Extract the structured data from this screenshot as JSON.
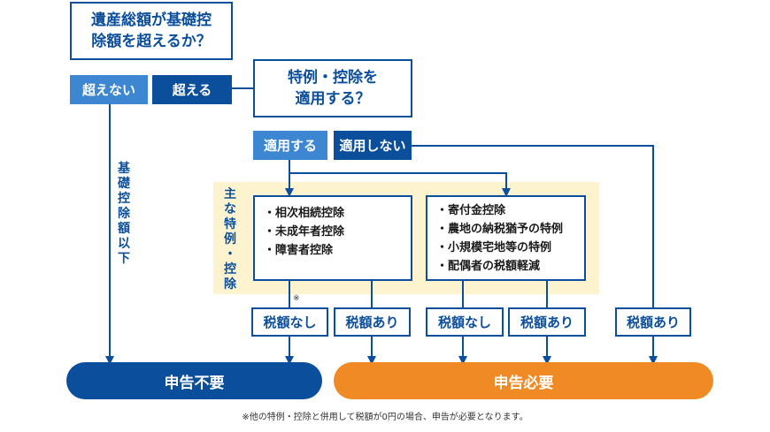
{
  "q1": {
    "text": "遺産総額が基礎控\n除額を超えるか？"
  },
  "q1_answers": {
    "no": "超えない",
    "yes": "超える"
  },
  "q2": {
    "text": "特例・控除を\n適用する？"
  },
  "q2_answers": {
    "yes": "適用する",
    "no": "適用しない"
  },
  "below_label": "基礎控除額以下",
  "side_label": "主な特例・控除",
  "list_left": [
    "相次相続控除",
    "未成年者控除",
    "障害者控除"
  ],
  "list_right": [
    "寄付金控除",
    "農地の納税猶予の特例",
    "小規模宅地等の特例",
    "配偶者の税額軽減"
  ],
  "asterisk": "※",
  "tax": {
    "none_1": "税額なし",
    "some_1": "税額あり",
    "none_2": "税額なし",
    "some_2": "税額あり",
    "some_3": "税額あり"
  },
  "result": {
    "not_required": "申告不要",
    "required": "申告必要"
  },
  "footnote": "※他の特例・控除と併用して税額が0円の場合、申告が必要となります。",
  "colors": {
    "dark_blue": "#0b4f9c",
    "light_blue": "#3d86d1",
    "orange": "#f08a24",
    "yellow": "#fdf3cf"
  }
}
